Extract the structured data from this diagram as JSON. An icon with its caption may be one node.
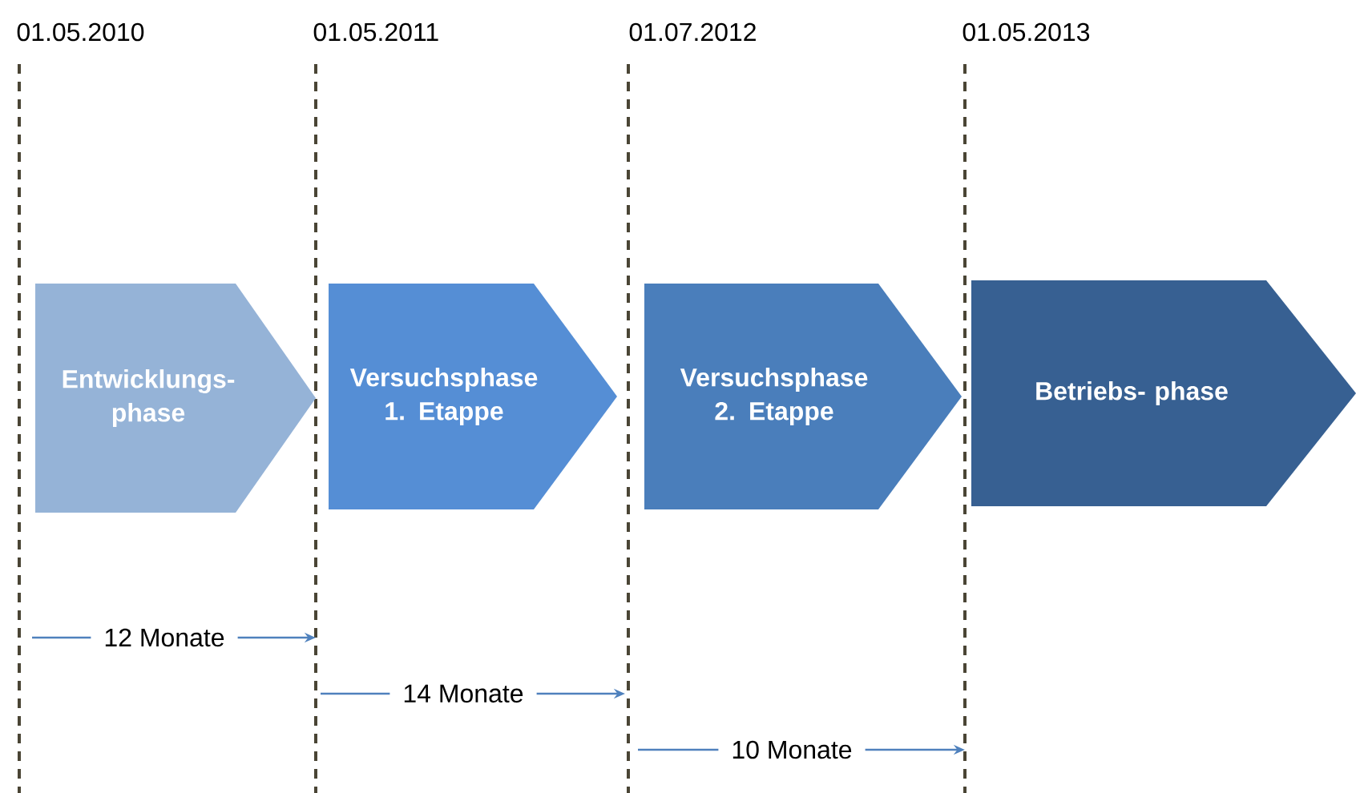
{
  "diagram": {
    "nodes": [
      {
        "text": [
          "Entwicklungs- phase"
        ]
      },
      {
        "text": [
          "Versuchsphase 1. Etappe"
        ]
      },
      {
        "text": [
          "Versuchsphase 2. Etappe"
        ]
      },
      {
        "text": [
          "Betriebs- phase"
        ]
      }
    ],
    "labels": [
      "01.05.2010",
      "01.05.2011",
      "01.07.2012",
      "01.05.2013",
      "12 Monate",
      "14 Monate",
      "10 Monate"
    ]
  }
}
